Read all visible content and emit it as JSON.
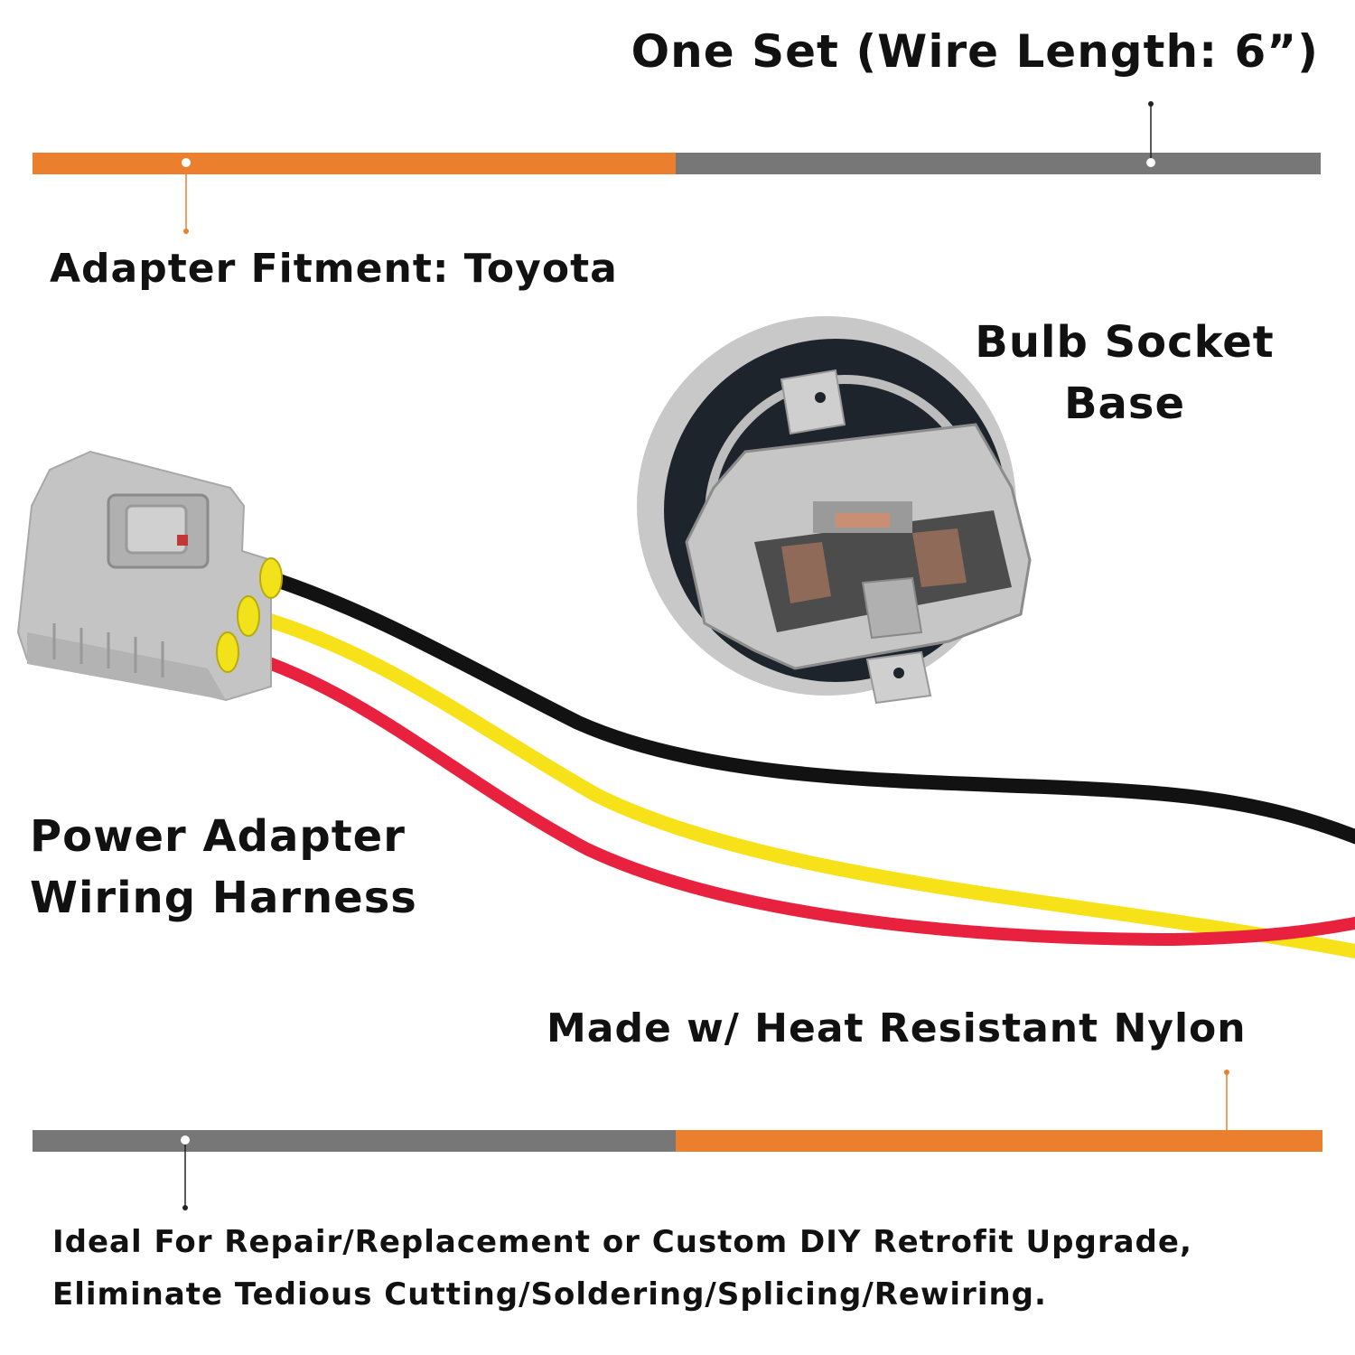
{
  "header": {
    "title": "One Set (Wire Length: 6”)"
  },
  "fitment": {
    "label": "Adapter Fitment: Toyota"
  },
  "bulb_socket": {
    "line1": "Bulb Socket",
    "line2": "Base"
  },
  "harness": {
    "line1": "Power Adapter",
    "line2": "Wiring Harness"
  },
  "material": {
    "label": "Made w/ Heat Resistant Nylon"
  },
  "usage": {
    "line1": "Ideal For Repair/Replacement or Custom DIY Retrofit Upgrade,",
    "line2": "Eliminate Tedious Cutting/Soldering/Splicing/Rewiring."
  },
  "colors": {
    "accent_orange": "#ec7f2e",
    "accent_gray": "#777777",
    "wire_black": "#121212",
    "wire_yellow": "#f7e21a",
    "wire_red": "#e8213f",
    "connector_gray": "#c4c4c4"
  }
}
